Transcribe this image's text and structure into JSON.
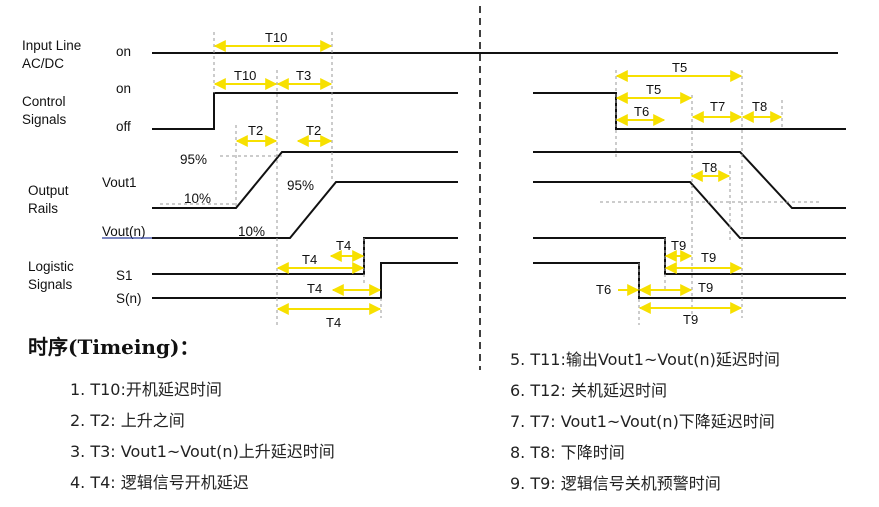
{
  "left_labels": {
    "input_line": [
      "Input Line",
      "AC/DC"
    ],
    "input_on": "on",
    "control": [
      "Control",
      "Signals"
    ],
    "control_on": "on",
    "control_off": "off",
    "output": [
      "Output",
      "Rails"
    ],
    "vout1": "Vout1",
    "voutn": "Vout(n)",
    "logistic": [
      "Logistic",
      "Signals"
    ],
    "s1": "S1",
    "sn": "S(n)",
    "pct95": "95%",
    "pct10": "10%"
  },
  "timing_labels": {
    "t10": "T10",
    "t3": "T3",
    "t2": "T2",
    "t4": "T4",
    "t5": "T5",
    "t6": "T6",
    "t7": "T7",
    "t8": "T8",
    "t9": "T9"
  },
  "legend": {
    "title": "时序(Timeing)：",
    "items": [
      "1. T10:开机延迟时间",
      "2. T2:  上升之间",
      "3. T3: Vout1~Vout(n)上升延迟时间",
      "4. T4: 逻辑信号开机延迟",
      "5. T11:输出Vout1~Vout(n)延迟时间",
      "6. T12:  关机延迟时间",
      "7. T7: Vout1~Vout(n)下降延迟时间",
      "8. T8: 下降时间",
      "9. T9: 逻辑信号关机预警时间"
    ]
  },
  "colors": {
    "arrow": "#f7e000",
    "signal": "#111111",
    "guide": "#999999"
  }
}
